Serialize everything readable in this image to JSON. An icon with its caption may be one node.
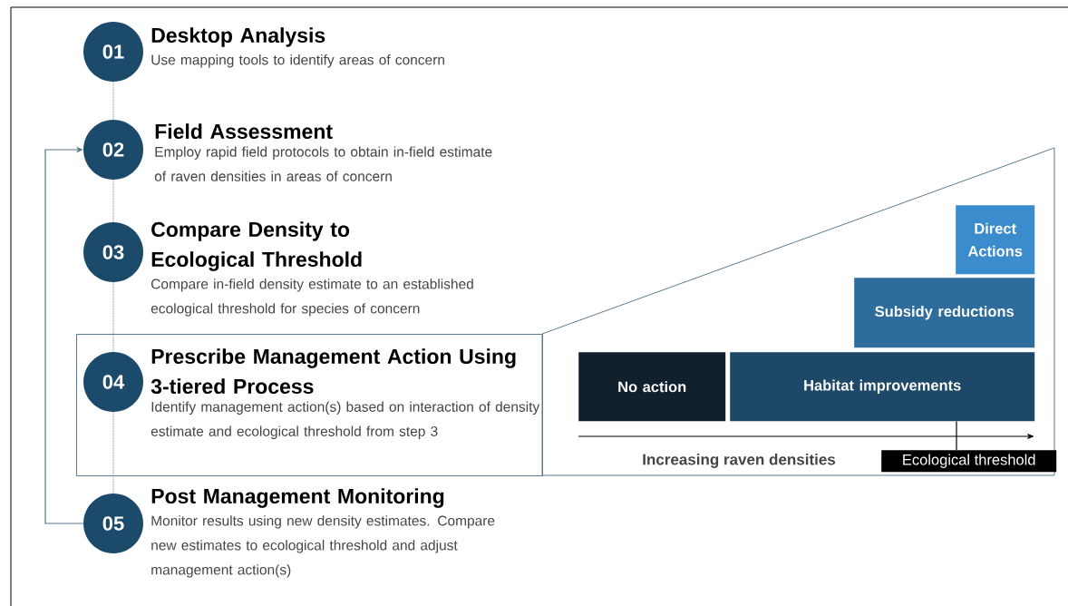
{
  "diagram": {
    "nodes": [
      {
        "text": [
          "01"
        ],
        "beside": [
          "Desktop Analysis",
          "Use mapping tools to identify areas of concern"
        ]
      },
      {
        "text": [
          "02"
        ],
        "beside": [
          "Field Assessment",
          "Employ rapid field protocols to obtain in-field estimate of raven densities in areas of concern"
        ]
      },
      {
        "text": [
          "03"
        ],
        "beside": [
          "Compare Density to Ecological Threshold",
          "Compare in-field density estimate to an established ecological threshold for species of concern"
        ]
      },
      {
        "text": [
          "Prescribe Management Action Using 3-tiered Process",
          "Identify management action(s) based on interaction of density estimate and ecological threshold from step 3"
        ]
      },
      {
        "text": [
          "04"
        ],
        "in": 3
      },
      {
        "text": [
          "05"
        ],
        "beside": [
          "Post Management Monitoring",
          "Monitor results using new density estimates. Compare new estimates to ecological threshold and adjust management action(s)"
        ]
      },
      {
        "text": [],
        "shape": "box"
      },
      {
        "text": [
          "Direct Actions"
        ],
        "in": 6
      },
      {
        "text": [
          "Subsidy reductions"
        ],
        "in": 6
      },
      {
        "text": [
          "No action"
        ],
        "in": 6
      },
      {
        "text": [
          "Habitat improvements"
        ],
        "in": 6
      },
      {
        "text": [
          "Ecological threshold"
        ],
        "in": 6
      }
    ],
    "edges": [
      {
        "from": 0,
        "to": 1,
        "arrow": "none",
        "style": "dashed"
      },
      {
        "from": 1,
        "to": 2,
        "arrow": "none",
        "style": "dashed"
      },
      {
        "from": 2,
        "to": 4,
        "arrow": "none",
        "style": "dashed"
      },
      {
        "from": 4,
        "to": 5,
        "arrow": "none",
        "style": "dashed"
      },
      {
        "from": 5,
        "to": 1,
        "arrow": "to",
        "color": "#5a7688"
      },
      {
        "from": 11,
        "to": 10,
        "arrow": "none",
        "color": "#000000"
      }
    ],
    "labels": [
      "Increasing raven densities"
    ]
  }
}
